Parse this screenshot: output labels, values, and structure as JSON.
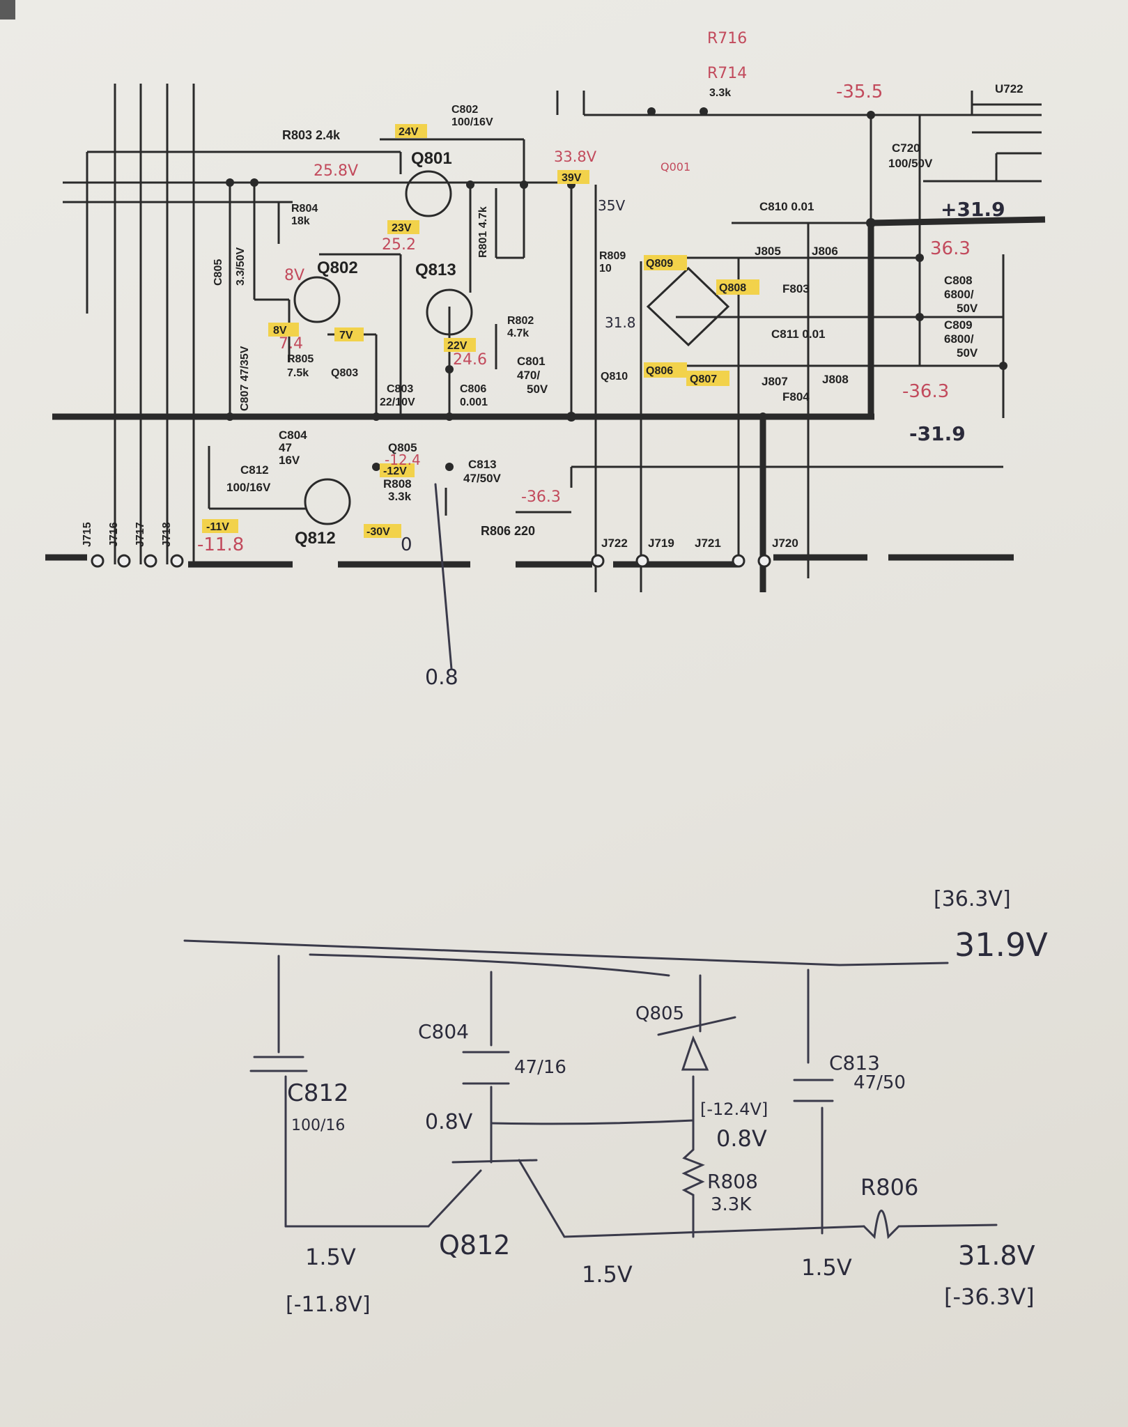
{
  "schematic": {
    "parts": {
      "r803": "R803 2.4k",
      "c802": "C802",
      "c802_val": "100/16V",
      "q801": "Q801",
      "r804": "R804",
      "r804_val": "18k",
      "q802": "Q802",
      "q813": "Q813",
      "r801": "R801 4.7k",
      "r802": "R802",
      "r802_val": "4.7k",
      "c805": "C805",
      "c805_val": "3.3/50V",
      "c807": "C807 47/35V",
      "r805": "R805",
      "r805_val": "7.5k",
      "q803": "Q803",
      "c803": "C803",
      "c803_val": "22/10V",
      "c806": "C806",
      "c806_val": "0.001",
      "c801": "C801",
      "c801_val1": "470/",
      "c801_val2": "50V",
      "r809": "R809",
      "r809_val": "10",
      "q809": "Q809",
      "q808": "Q808",
      "q806": "Q806",
      "q807": "Q807",
      "q810": "Q810",
      "c810": "C810 0.01",
      "c811": "C811 0.01",
      "c720": "C720",
      "c720_val": "100/50V",
      "j805": "J805",
      "j806": "J806",
      "f803": "F803",
      "j807": "J807",
      "j808": "J808",
      "f804": "F804",
      "c808": "C808",
      "c808_val1": "6800/",
      "c808_val2": "50V",
      "c809": "C809",
      "c809_val1": "6800/",
      "c809_val2": "50V",
      "c804": "C804",
      "c804_v1": "47",
      "c804_v2": "16V",
      "q805": "Q805",
      "r808": "R808",
      "r808_val": "3.3k",
      "c813": "C813",
      "c813_val": "47/50V",
      "c812": "C812",
      "c812_val": "100/16V",
      "q812": "Q812",
      "r806": "R806 220",
      "j715": "J715",
      "j716": "J716",
      "j717": "J717",
      "j718": "J718",
      "j722": "J722",
      "j719": "J719",
      "j721": "J721",
      "j720": "J720",
      "u722": "U722",
      "r716": "R716",
      "r714": "R714",
      "r714_val": "3.3k"
    },
    "printed_voltages": {
      "q801_base": "24V",
      "q813": "23V",
      "q813_e": "22V",
      "q802_b": "8V",
      "q802_e": "7V",
      "v39": "39V",
      "v12": "-12V",
      "v11": "-11V",
      "v30": "-30V"
    },
    "red_notes": {
      "r803": "25.8V",
      "q801_out": "33.8V",
      "q813": "25.2",
      "q813_e": "24.6",
      "q802_e": "7.4",
      "q805": "-12.4",
      "r806": "-36.3",
      "c812": "-11.8",
      "top": "-35.5",
      "c808": "36.3",
      "c809": "-36.3",
      "qool": "Q001"
    },
    "ink_notes": {
      "r809": "35V",
      "q809": "31.8",
      "plus": "+31.9",
      "minus": "-31.9",
      "q812_base": "0",
      "probe": "0.8",
      "q812_8": "8V"
    }
  },
  "sketch": {
    "top_bracket": "[36.3V]",
    "top_voltage": "31.9V",
    "c812_label": "C812",
    "c812_val": "100/16",
    "c804_label": "C804",
    "c804_val": "47/16",
    "q805_label": "Q805",
    "q805_note": "[-12.4V]",
    "q805_v": "0.8V",
    "c813_label": "C813",
    "c813_val": "47/50",
    "base_v": "0.8V",
    "r808_label": "R808",
    "r808_val": "3.3K",
    "r806_label": "R806",
    "q812_label": "Q812",
    "left_v": "1.5V",
    "left_note": "[-11.8V]",
    "mid_v": "1.5V",
    "right_v": "1.5V",
    "out_v": "31.8V",
    "out_note": "[-36.3V]"
  }
}
